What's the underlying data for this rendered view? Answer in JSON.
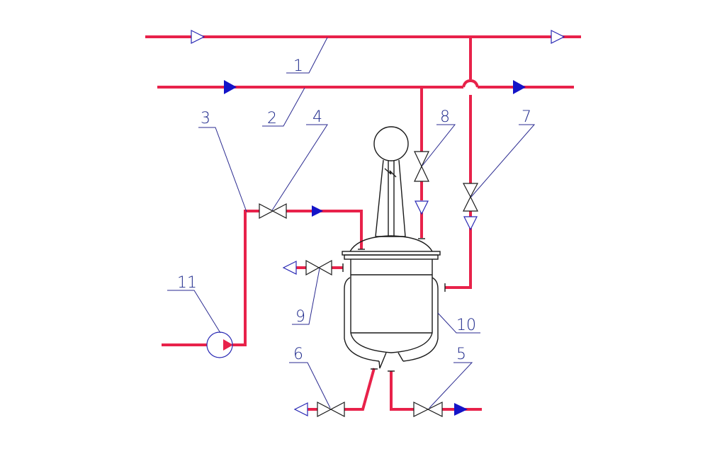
{
  "colors": {
    "pipe": "#e8224a",
    "line": "#1a1a1a",
    "label": "#1f2a8c",
    "arrow_solid": "#1414c8",
    "arrow_open": "#2828b4"
  },
  "labels": {
    "l1": "1",
    "l2": "2",
    "l3": "3",
    "l4": "4",
    "l5": "5",
    "l6": "6",
    "l7": "7",
    "l8": "8",
    "l9": "9",
    "l10": "10",
    "l11": "11"
  }
}
